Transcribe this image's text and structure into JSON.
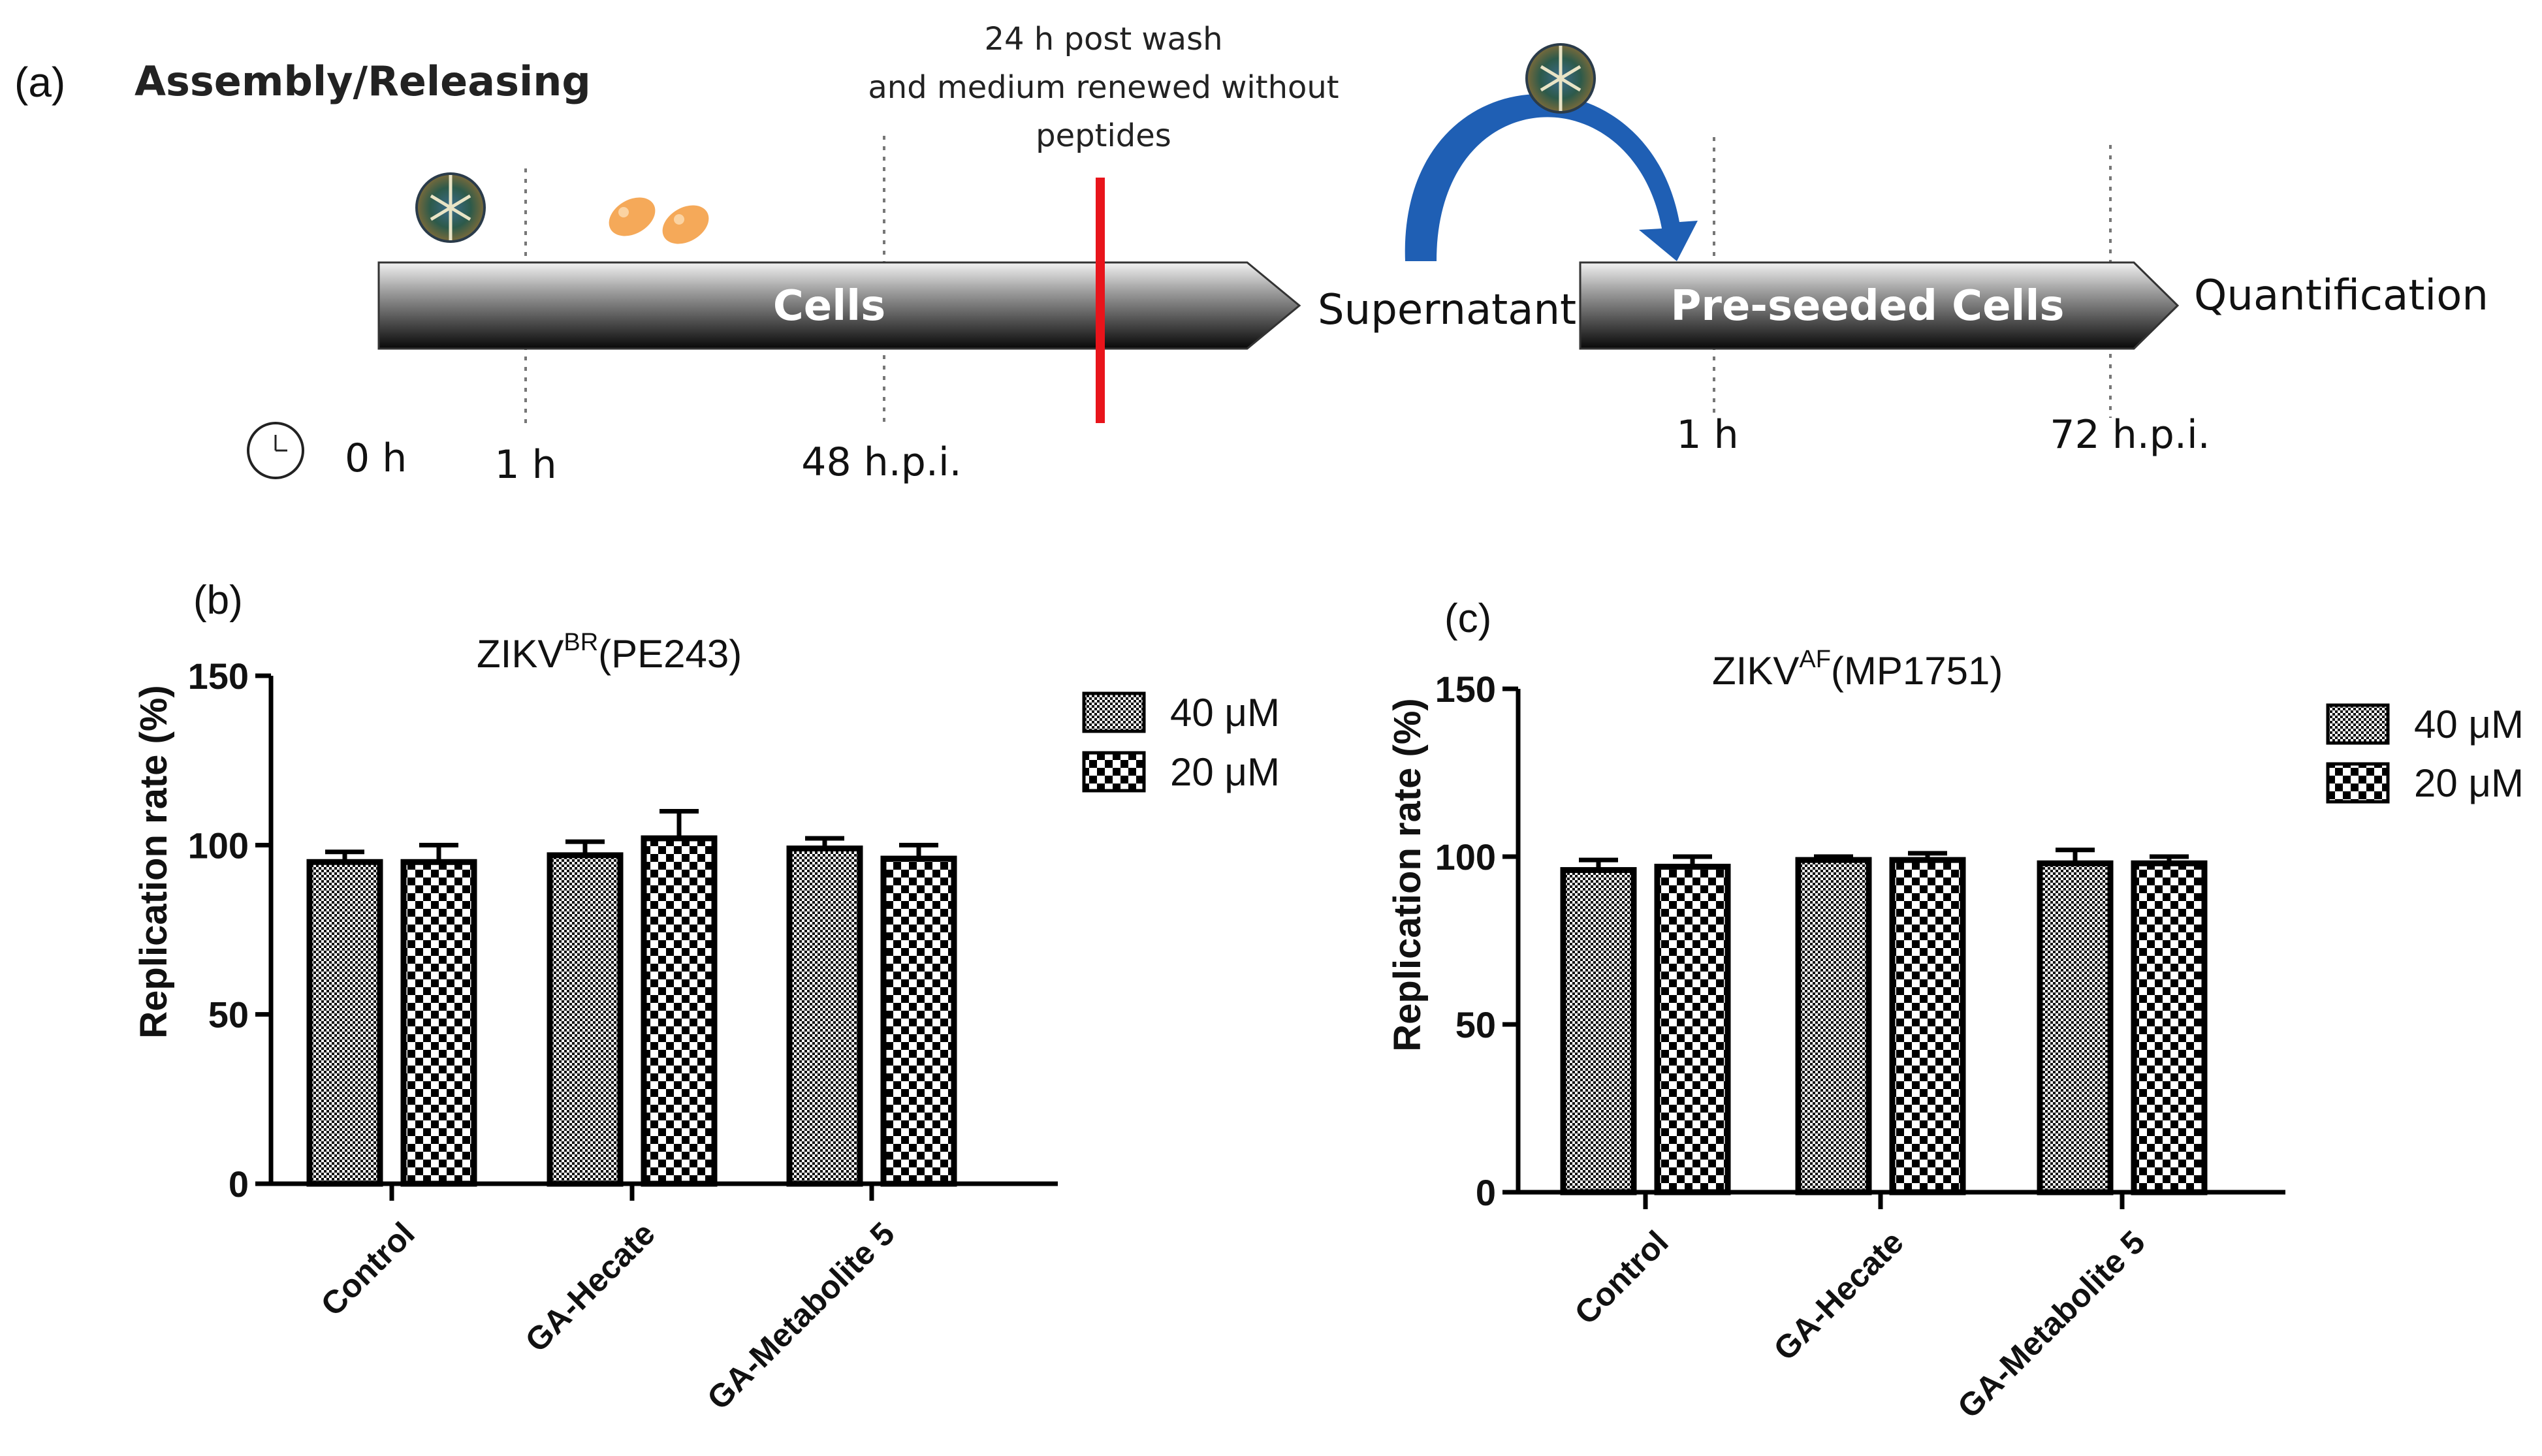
{
  "panel_a": {
    "label": "(a)",
    "title": "Assembly/Releasing",
    "wash_note_lines": [
      "24 h post wash",
      "and medium renewed without",
      "peptides"
    ],
    "bar1_label": "Cells",
    "supernatant": "Supernatant",
    "bar2_label": "Pre-seeded Cells",
    "quantification": "Quantification",
    "time_0": "0 h",
    "time_1": "1 h",
    "time_48": "48 h.p.i.",
    "time_1b": "1 h",
    "time_72": "72 h.p.i.",
    "icons": [
      "virus-particle-icon",
      "peptide-icon",
      "clock-icon",
      "transfer-arrow-icon"
    ],
    "colors": {
      "red_line": "#e8141b",
      "arrow_blue": "#1f5fb4",
      "peptide": "#f39a3c"
    }
  },
  "chart_data": [
    {
      "type": "bar",
      "panel_label": "(b)",
      "title_main": "ZIKV",
      "title_sup": "BR",
      "title_tail": "(PE243)",
      "ylabel": "Replication rate (%)",
      "ylim": [
        0,
        150
      ],
      "yticks": [
        "0",
        "50",
        "100",
        "150"
      ],
      "categories": [
        "Control",
        "GA-Hecate",
        "GA-Metabolite 5"
      ],
      "series": [
        {
          "name": "40 μM",
          "values": [
            95,
            97,
            99
          ],
          "errors": [
            3,
            4,
            3
          ]
        },
        {
          "name": "20 μM",
          "values": [
            95,
            102,
            96
          ],
          "errors": [
            5,
            8,
            4
          ]
        }
      ],
      "legend_placement": "top-right"
    },
    {
      "type": "bar",
      "panel_label": "(c)",
      "title_main": "ZIKV",
      "title_sup": "AF",
      "title_tail": "(MP1751)",
      "ylabel": "Replication rate (%)",
      "ylim": [
        0,
        150
      ],
      "yticks": [
        "0",
        "50",
        "100",
        "150"
      ],
      "categories": [
        "Control",
        "GA-Hecate",
        "GA-Metabolite 5"
      ],
      "series": [
        {
          "name": "40 μM",
          "values": [
            96,
            99,
            98
          ],
          "errors": [
            3,
            1,
            4
          ]
        },
        {
          "name": "20 μM",
          "values": [
            97,
            99,
            98
          ],
          "errors": [
            3,
            2,
            2
          ]
        }
      ],
      "legend_placement": "top-right"
    }
  ]
}
